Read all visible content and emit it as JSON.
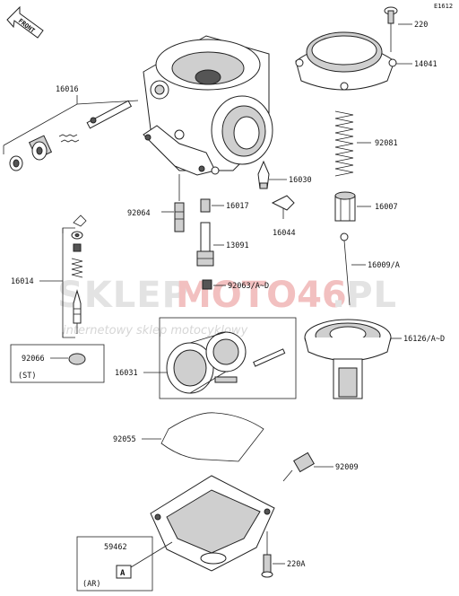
{
  "figure_code": "E1612",
  "front_label": "FRONT",
  "watermark": {
    "brand_part1": "SKLEP",
    "brand_part2": "MOTO46",
    "brand_part3": ".PL",
    "tagline": "internetowy sklep motocyklowy"
  },
  "callouts": {
    "p220": "220",
    "p14041": "14041",
    "p16016": "16016",
    "p92081": "92081",
    "p16030": "16030",
    "p92064": "92064",
    "p16017": "16017",
    "p16044": "16044",
    "p16007": "16007",
    "p13091": "13091",
    "p16014": "16014",
    "p16009": "16009/A",
    "p92063": "92063/A~D",
    "p16126": "16126/A~D",
    "p92066": "92066",
    "p92066_note": "(ST)",
    "p16031": "16031",
    "p92055": "92055",
    "p92009": "92009",
    "p59462": "59462",
    "p59462_note": "(AR)",
    "p220A": "220A",
    "warning_tag": "A"
  }
}
